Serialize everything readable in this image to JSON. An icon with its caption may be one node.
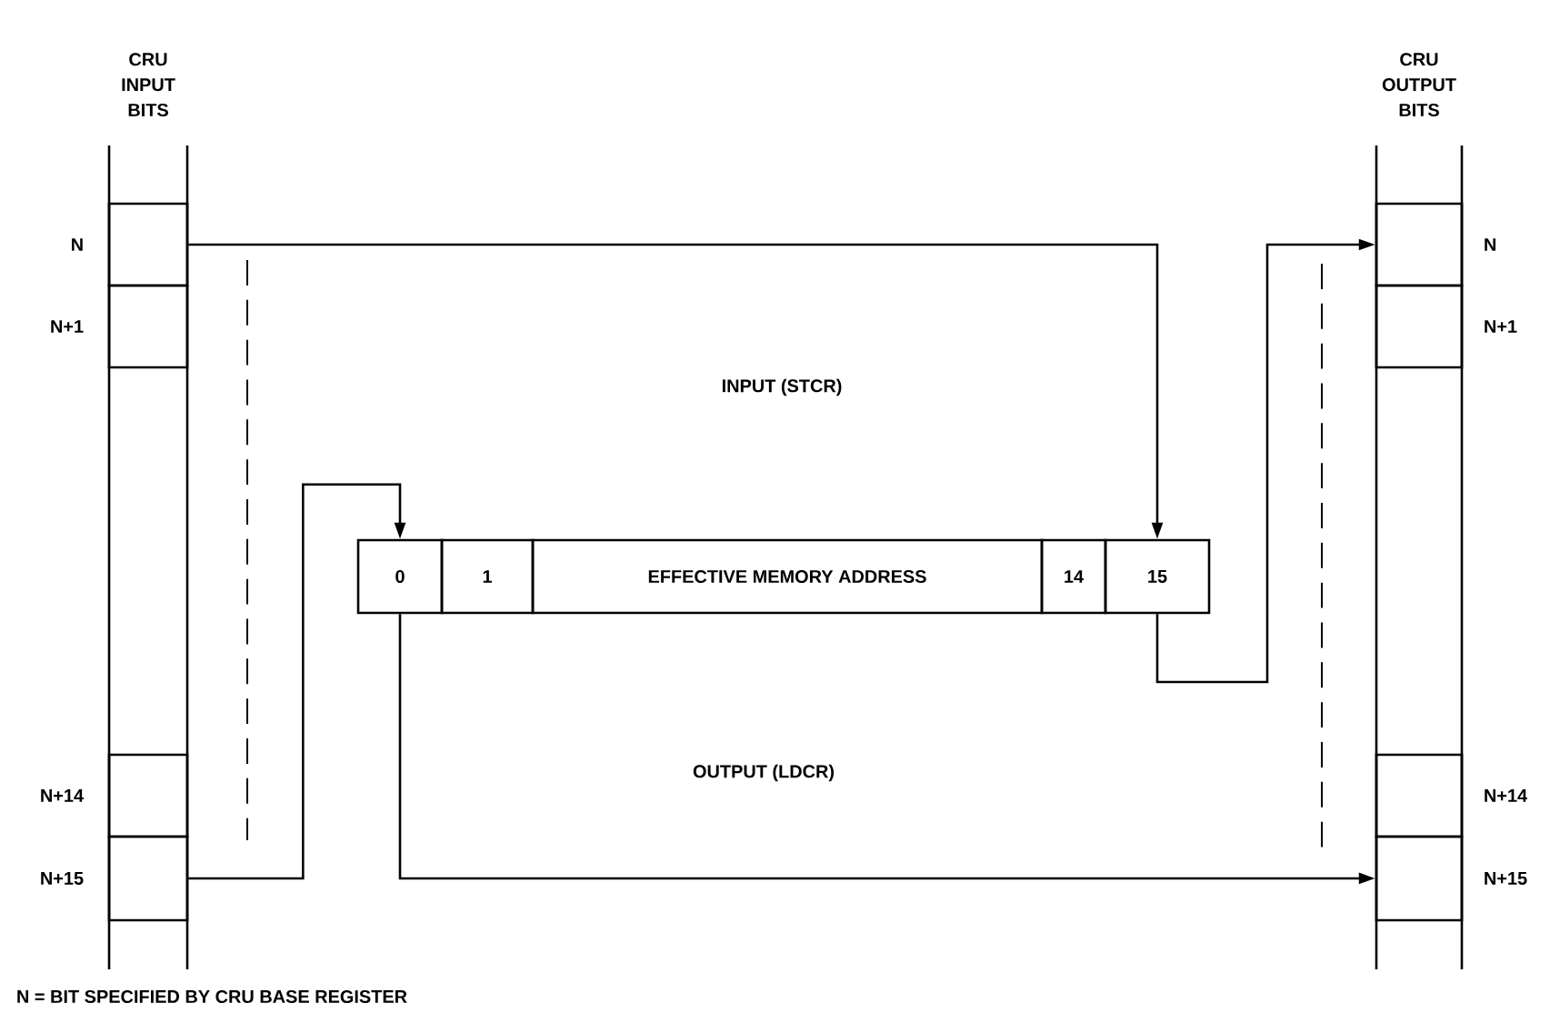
{
  "diagram": {
    "nodes": [
      {
        "text": [
          "CRU INPUT BITS"
        ]
      },
      {
        "text": [],
        "shape": "box",
        "beside": [
          "N"
        ],
        "in": 0
      },
      {
        "text": [],
        "shape": "box",
        "beside": [
          "N+1"
        ],
        "in": 0
      },
      {
        "text": [],
        "shape": "box",
        "beside": [
          "N+14"
        ],
        "in": 0
      },
      {
        "text": [],
        "shape": "box",
        "beside": [
          "N+15"
        ],
        "in": 0
      },
      {
        "text": [
          "CRU OUTPUT BITS"
        ]
      },
      {
        "text": [],
        "shape": "box",
        "beside": [
          "N"
        ],
        "in": 5
      },
      {
        "text": [],
        "shape": "box",
        "beside": [
          "N+1"
        ],
        "in": 5
      },
      {
        "text": [],
        "shape": "box",
        "beside": [
          "N+14"
        ],
        "in": 5
      },
      {
        "text": [],
        "shape": "box",
        "beside": [
          "N+15"
        ],
        "in": 5
      },
      {
        "text": [
          "0"
        ]
      },
      {
        "text": [
          "1"
        ]
      },
      {
        "text": [
          "EFFECTIVE MEMORY ADDRESS"
        ]
      },
      {
        "text": [
          "14"
        ]
      },
      {
        "text": [
          "15"
        ]
      }
    ],
    "edges": [
      {
        "from": 1,
        "to": 14,
        "arrow": "to"
      },
      {
        "from": 4,
        "to": 10,
        "arrow": "to"
      },
      {
        "from": 14,
        "to": 6,
        "arrow": "to"
      },
      {
        "from": 10,
        "to": 9,
        "arrow": "to"
      }
    ],
    "labels": [
      "INPUT (STCR)",
      "OUTPUT (LDCR)",
      "N = BIT SPECIFIED BY CRU BASE REGISTER"
    ]
  }
}
